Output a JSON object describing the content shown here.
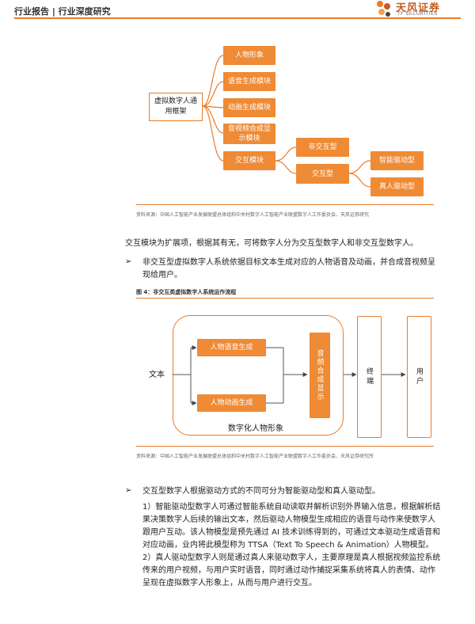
{
  "header": {
    "left_text": "行业报告 | 行业深度研究",
    "logo_cn": "天风证券",
    "logo_en": "TF SECURITIES"
  },
  "diagram1": {
    "root": "虚拟数字人通用框架",
    "modules": [
      "人物形象",
      "语音生成模块",
      "动画生成模块",
      "音视频合成显示模块",
      "交互模块"
    ],
    "interact_children": [
      "非交互型",
      "交互型"
    ],
    "interactive_children": [
      "智能驱动型",
      "真人驱动型"
    ],
    "source": "资料来源：中国人工智能产业发展联盟总体组和中关村数字人工智能产业联盟数字人工作委员会、天风证券研究"
  },
  "para1": "交互模块为扩展项，根据其有无，可将数字人分为交互型数字人和非交互型数字人。",
  "bullet1": "非交互型虚拟数字人系统依据目标文本生成对应的人物语音及动画，并合成音视频呈现给用户。",
  "figure4": {
    "title": "图 4：非交互类虚拟数字人系统运作流程",
    "input": "文本",
    "speech": "人物语音生成",
    "anim": "人物动画生成",
    "synth": "音频合成显示",
    "terminal": "终端",
    "user": "用户",
    "caption": "数字化人物形象",
    "source": "资料来源：中国人工智能产业发展联盟总体组和中关村数字人工智能产业联盟数字人工作委员会、天风证券研究所"
  },
  "bullet2": "交互型数字人根据驱动方式的不同可分为智能驱动型和真人驱动型。",
  "p_smart": "1）智能驱动型数字人可通过智能系统自动读取并解析识别外界输入信息，根据解析结果决策数字人后续的输出文本，然后驱动人物模型生成相应的语音与动作来使数字人跟用户互动。该人物模型是预先通过 AI 技术训练得到的，可通过文本驱动生成语音和对应动画，业内将此模型称为 TTSA（Text To Speech & Animation）人物模型。",
  "p_human": "2）真人驱动型数字人则是通过真人来驱动数字人，主要原理是真人根据视频监控系统传来的用户视频，与用户实时语音，同时通过动作捕捉采集系统将真人的表情、动作呈现在虚拟数字人形象上，从而与用户进行交互。",
  "colors": {
    "accent": "#e87b2a",
    "box_fill": "#ef8a35"
  }
}
